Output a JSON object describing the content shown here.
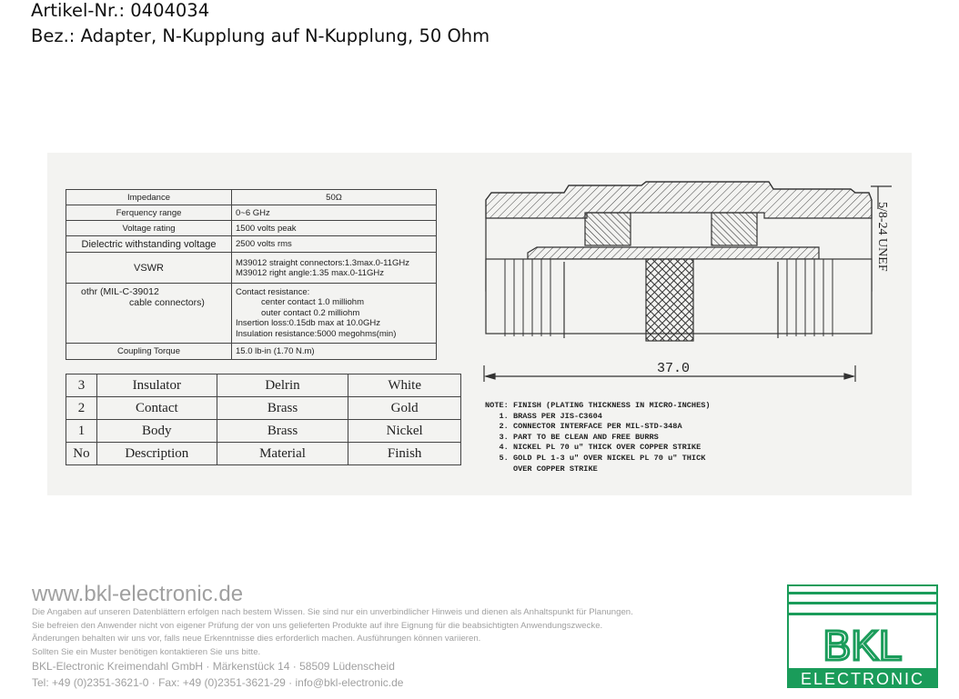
{
  "header": {
    "article": "Artikel-Nr.: 0404034",
    "description": "Bez.: Adapter, N-Kupplung auf N-Kupplung, 50 Ohm"
  },
  "spec_table": [
    {
      "key": "Impedance",
      "value": "50Ω"
    },
    {
      "key": "Ferquency range",
      "value": "0~6 GHz"
    },
    {
      "key": "Voltage rating",
      "value": "1500 volts peak"
    },
    {
      "key": "Dielectric withstanding voltage",
      "value": "2500 volts rms"
    },
    {
      "key": "VSWR",
      "value_lines": [
        "M39012 straight connectors:1.3max.0-11GHz",
        "M39012 right angle:1.35 max.0-11GHz"
      ]
    },
    {
      "key_lines": [
        "othr (MIL-C-39012",
        "cable connectors)"
      ],
      "value_lines": [
        "Contact resistance:",
        "center contact 1.0 milliohm",
        "outer contact 0.2 milliohm",
        "Insertion loss:0.15db max at 10.0GHz",
        "Insulation resistance:5000 megohms(min)"
      ]
    },
    {
      "key": "Coupling Torque",
      "value": "15.0 lb-in (1.70 N.m)"
    }
  ],
  "parts_table": {
    "rows": [
      [
        "3",
        "Insulator",
        "Delrin",
        "White"
      ],
      [
        "2",
        "Contact",
        "Brass",
        "Gold"
      ],
      [
        "1",
        "Body",
        "Brass",
        "Nickel"
      ]
    ],
    "header": [
      "No",
      "Description",
      "Material",
      "Finish"
    ]
  },
  "drawing": {
    "length_label": "37.0",
    "thread_label": "5/8-24 UNEF"
  },
  "notes": [
    "NOTE: FINISH (PLATING THICKNESS IN MICRO-INCHES)",
    "   1. BRASS PER JIS-C3604",
    "   2. CONNECTOR INTERFACE PER MIL-STD-348A",
    "   3. PART TO BE CLEAN AND FREE BURRS",
    "   4. NICKEL PL 70 u\" THICK OVER COPPER STRIKE",
    "   5. GOLD PL 1-3 u\" OVER NICKEL PL 70 u\" THICK",
    "      OVER COPPER STRIKE"
  ],
  "footer": {
    "website": "www.bkl-electronic.de",
    "disclaimer": [
      "Die Angaben auf unseren Datenblättern erfolgen nach bestem Wissen. Sie sind nur ein unverbindlicher Hinweis und dienen als Anhaltspunkt für Planungen.",
      "Sie befreien den Anwender nicht von eigener Prüfung der von uns gelieferten Produkte auf ihre Eignung für die beabsichtigten Anwendungszwecke.",
      "Änderungen behalten wir uns vor, falls neue Erkenntnisse dies erforderlich machen. Ausführungen können variieren.",
      "Sollten Sie ein Muster benötigen kontaktieren Sie uns bitte."
    ],
    "company": "BKL-Electronic Kreimendahl GmbH · Märkenstück 14 · 58509 Lüdenscheid",
    "contact": "Tel: +49 (0)2351-3621-0 · Fax: +49 (0)2351-3621-29 · info@bkl-electronic.de"
  },
  "logo": {
    "brand": "BKL",
    "sub": "ELECTRONIC",
    "color": "#1a9c5a"
  }
}
